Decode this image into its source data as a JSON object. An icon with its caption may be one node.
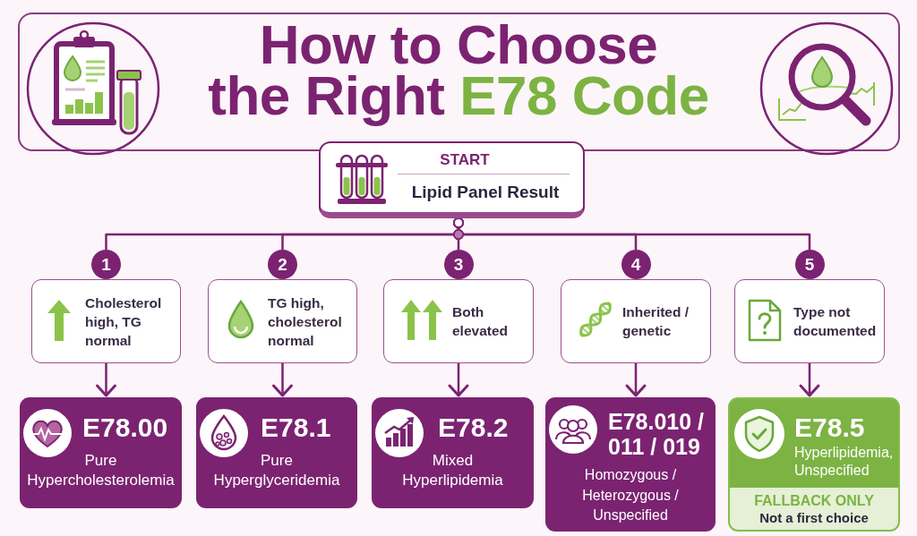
{
  "diagram": {
    "title": "How to Choose the Right **E78 Code**",
    "nodes": [
      {
        "text": [
          "START",
          "Lipid Panel Result"
        ]
      },
      {
        "text": [
          "1"
        ]
      },
      {
        "text": [
          "2"
        ]
      },
      {
        "text": [
          "3"
        ]
      },
      {
        "text": [
          "4"
        ]
      },
      {
        "text": [
          "5"
        ]
      },
      {
        "text": [
          "Cholesterol high, TG normal"
        ]
      },
      {
        "text": [
          "TG high, cholesterol normal"
        ]
      },
      {
        "text": [
          "Both elevated"
        ]
      },
      {
        "text": [
          "Inherited / genetic"
        ]
      },
      {
        "text": [
          "Type not documented"
        ]
      },
      {
        "text": [
          "E78.00",
          "Pure Hypercholesterolemia"
        ]
      },
      {
        "text": [
          "E78.1",
          "Pure Hyperglyceridemia"
        ]
      },
      {
        "text": [
          "E78.2",
          "Mixed Hyperlipidemia"
        ]
      },
      {
        "text": [
          "E78.010 / 011 / 019",
          "Homozygous / Heterozygous / Unspecified"
        ]
      },
      {
        "text": [
          "E78.5",
          "Hyperlipidemia, Unspecified",
          "FALLBACK ONLY",
          "Not a first choice"
        ]
      }
    ],
    "edges": [
      {
        "from": 0,
        "to": 1,
        "arrow": "other"
      },
      {
        "from": 0,
        "to": 2,
        "arrow": "other"
      },
      {
        "from": 0,
        "to": 3,
        "arrow": "other"
      },
      {
        "from": 0,
        "to": 4,
        "arrow": "other"
      },
      {
        "from": 0,
        "to": 5,
        "arrow": "other"
      },
      {
        "from": 6,
        "to": 11,
        "arrow": "to"
      },
      {
        "from": 7,
        "to": 12,
        "arrow": "to"
      },
      {
        "from": 8,
        "to": 13,
        "arrow": "to"
      },
      {
        "from": 9,
        "to": 14,
        "arrow": "to"
      },
      {
        "from": 10,
        "to": 15,
        "arrow": "to"
      }
    ]
  }
}
